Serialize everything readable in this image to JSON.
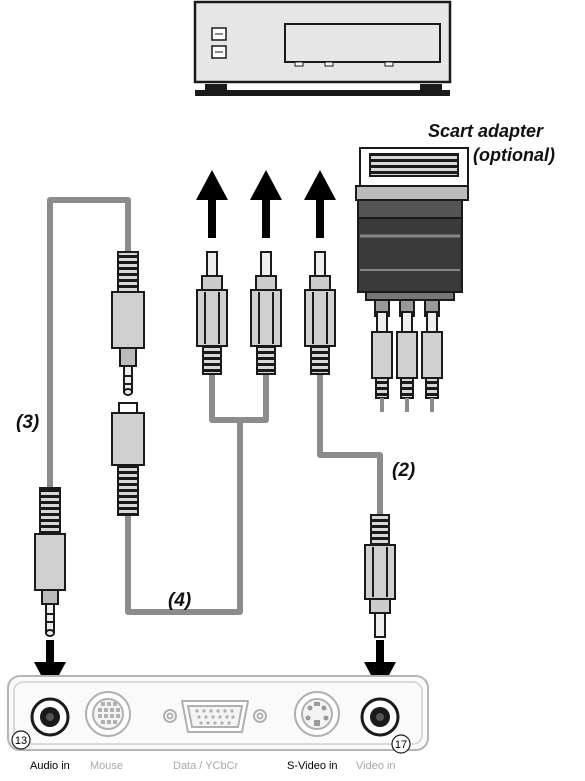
{
  "scart_label_line1": "Scart adapter",
  "scart_label_line2": "(optional)",
  "cable_labels": {
    "audio_cable": "(3)",
    "video_cable": "(2)",
    "stereo_adapter": "(4)"
  },
  "port_numbers": {
    "audio": "13",
    "video": "17"
  },
  "ports": [
    {
      "label": "Audio in",
      "active": true
    },
    {
      "label": "Mouse",
      "active": false
    },
    {
      "label": "Data / YCbCr",
      "active": false
    },
    {
      "label": "S-Video in",
      "active": true
    },
    {
      "label": "Video in",
      "active": false
    }
  ],
  "colors": {
    "cable": "#8c8c8c",
    "active_label": "#000000",
    "inactive_label": "#a8a8a8"
  }
}
